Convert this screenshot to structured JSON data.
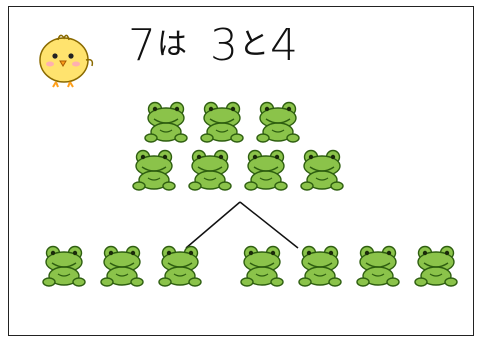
{
  "title": {
    "number_total": "7",
    "particle_wa": "は",
    "number_a": "3",
    "particle_to": "と",
    "number_b": "4"
  },
  "illustration": {
    "top_group_count": 7,
    "left_group_count": 3,
    "right_group_count": 4,
    "frog_color": "#8bc34a",
    "frog_outline": "#2e5e10"
  }
}
